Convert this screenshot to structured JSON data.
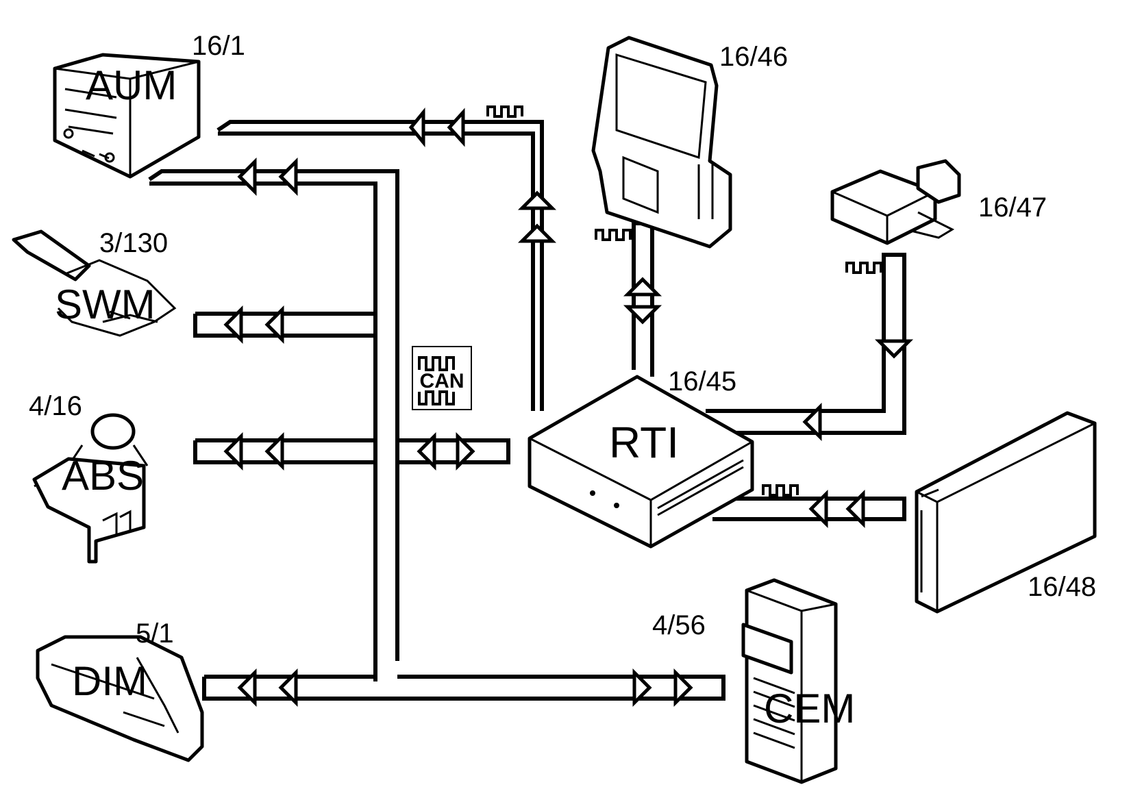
{
  "components": {
    "aum": {
      "code": "16/1",
      "name": "AUM"
    },
    "swm": {
      "code": "3/130",
      "name": "SWM"
    },
    "abs": {
      "code": "4/16",
      "name": "ABS"
    },
    "dim": {
      "code": "5/1",
      "name": "DIM"
    },
    "rti": {
      "code": "16/45",
      "name": "RTI"
    },
    "display": {
      "code": "16/46"
    },
    "gyro": {
      "code": "16/47"
    },
    "cdrom": {
      "code": "16/48"
    },
    "cem": {
      "code": "4/56",
      "name": "CEM"
    }
  },
  "can_badge": {
    "label": "CAN"
  },
  "icons": [
    "square-wave-signal-icon",
    "can-bus-icon",
    "bidirectional-arrow-icon"
  ]
}
